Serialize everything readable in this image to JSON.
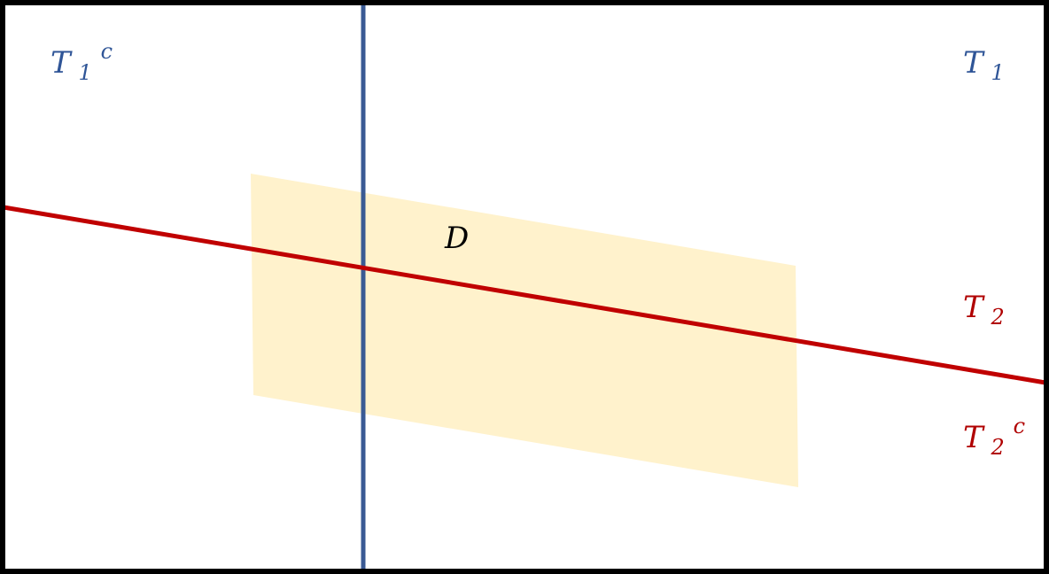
{
  "diagram": {
    "labels": {
      "t1_complement": {
        "base": "T",
        "sub": "1",
        "sup": "c"
      },
      "t1": {
        "base": "T",
        "sub": "1"
      },
      "t2": {
        "base": "T",
        "sub": "2"
      },
      "t2_complement": {
        "base": "T",
        "sub": "2",
        "sup": "c"
      },
      "region": {
        "base": "D"
      }
    },
    "colors": {
      "frame": "#000000",
      "t1_line": "#3a5a94",
      "t2_line": "#c00000",
      "region_fill": "#fff2cc",
      "t1_label": "#2f5597",
      "t2_label": "#b00000",
      "region_label": "#000000"
    }
  }
}
